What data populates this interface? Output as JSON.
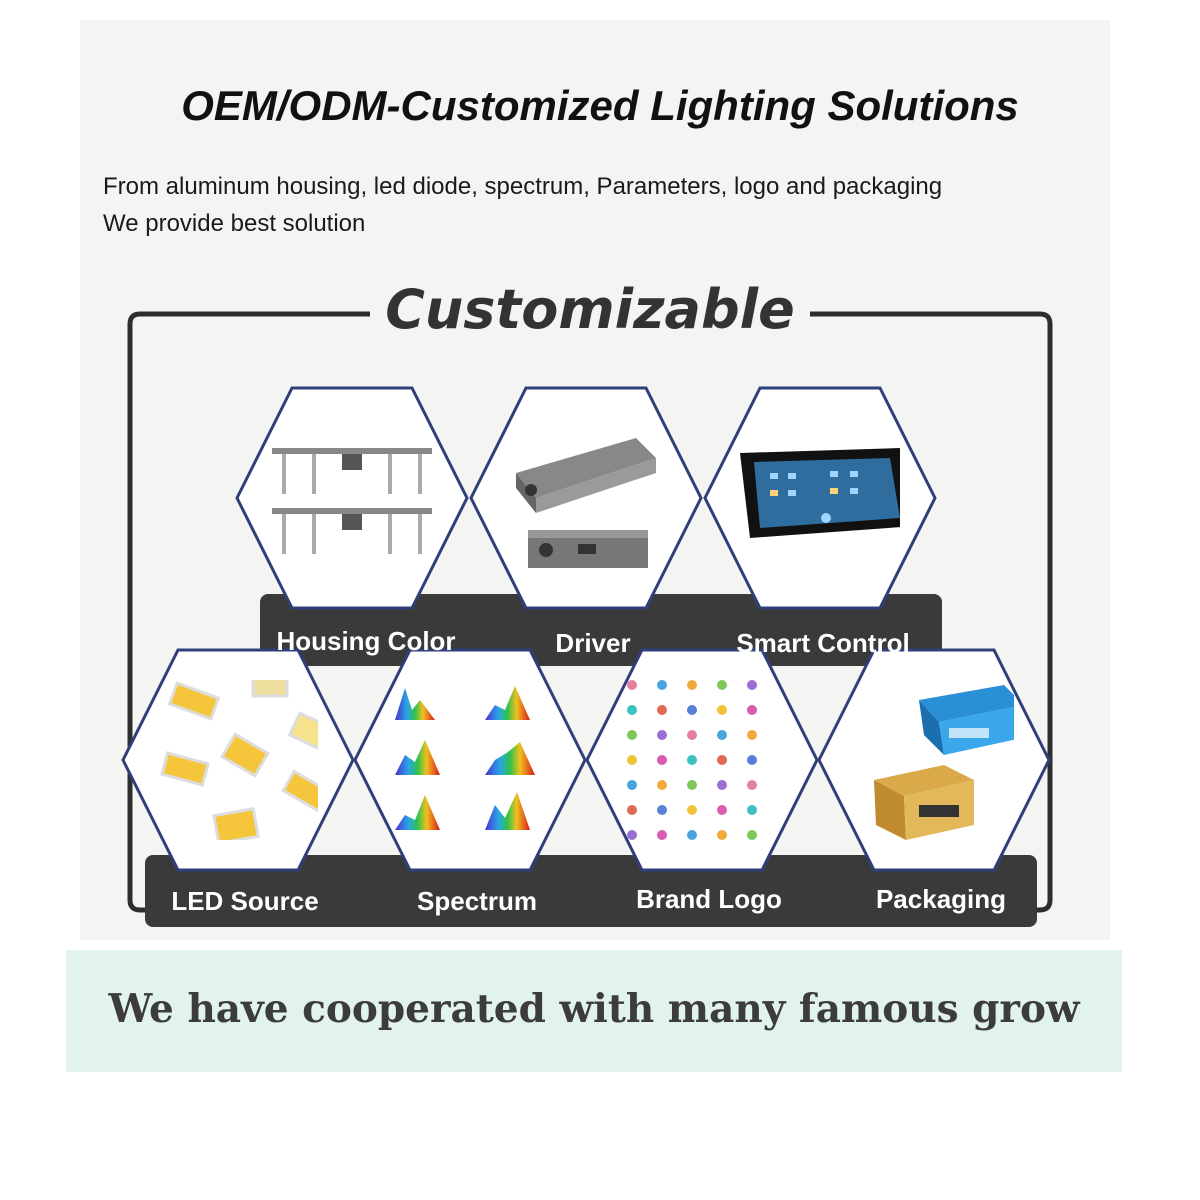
{
  "header": {
    "title": "OEM/ODM-Customized Lighting Solutions",
    "line1": "From aluminum housing, led diode, spectrum, Parameters, logo and packaging",
    "line2": "We provide best solution"
  },
  "section": {
    "heading": "Customizable"
  },
  "top_row": [
    {
      "label": "Housing Color",
      "icon": "grow-light-fixture"
    },
    {
      "label": "Driver",
      "icon": "power-driver"
    },
    {
      "label": "Smart Control",
      "icon": "touch-controller"
    }
  ],
  "bottom_row": [
    {
      "label": "LED Source",
      "icon": "led-chips"
    },
    {
      "label": "Spectrum",
      "icon": "spectrum-charts"
    },
    {
      "label": "Brand Logo",
      "icon": "logo-grid"
    },
    {
      "label": "Packaging",
      "icon": "boxes"
    }
  ],
  "banner": {
    "text": "We have cooperated with many famous grow"
  },
  "colors": {
    "hex_border": "#2f3f7a",
    "label_band": "#3a3a3a",
    "banner_bg": "#e2f3ee"
  }
}
